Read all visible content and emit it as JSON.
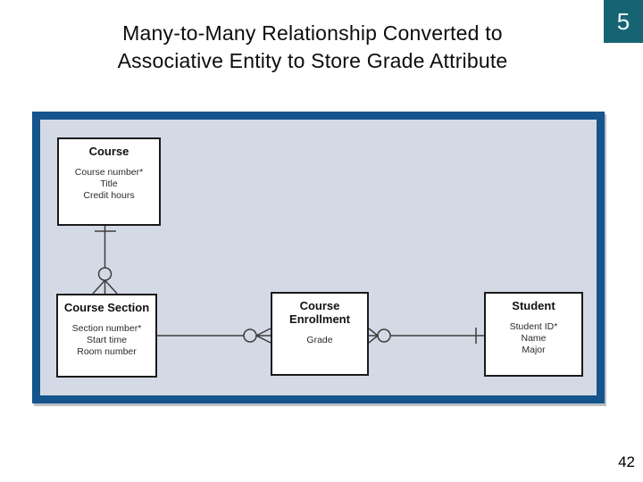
{
  "header": {
    "title_line1": "Many-to-Many Relationship Converted to",
    "title_line2": "Associative Entity to Store Grade Attribute",
    "slide_number_badge": "5"
  },
  "footer": {
    "page_number": "42"
  },
  "colors": {
    "badge_teal": "#166373",
    "panel_border_blue": "#15548c",
    "panel_background": "#d4dae5",
    "entity_fill": "#ffffff",
    "connector_line": "#3d3d3d"
  },
  "diagram": {
    "entities": [
      {
        "name": "Course",
        "attributes": [
          "Course number*",
          "Title",
          "Credit hours"
        ]
      },
      {
        "name": "Course Section",
        "attributes": [
          "Section number*",
          "Start time",
          "Room number"
        ]
      },
      {
        "name": "Course Enrollment",
        "attributes": [
          "Grade"
        ]
      },
      {
        "name": "Student",
        "attributes": [
          "Student ID*",
          "Name",
          "Major"
        ]
      }
    ],
    "relationships": [
      {
        "from": "Course",
        "to": "Course Section",
        "from_cardinality": "one",
        "to_cardinality": "zero-or-many"
      },
      {
        "from": "Course Section",
        "to": "Course Enrollment",
        "from_cardinality": "one",
        "to_cardinality": "zero-or-many"
      },
      {
        "from": "Student",
        "to": "Course Enrollment",
        "from_cardinality": "one",
        "to_cardinality": "zero-or-many"
      }
    ]
  }
}
